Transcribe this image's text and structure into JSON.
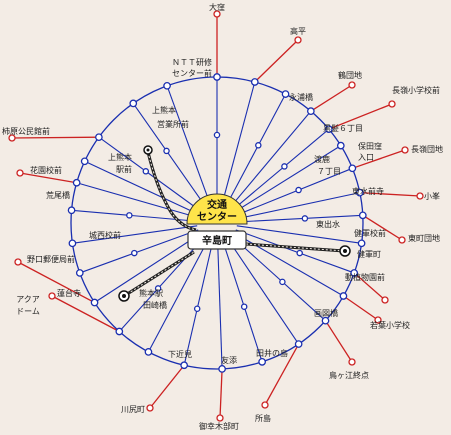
{
  "center": {
    "line1": "交通",
    "line2": "センター"
  },
  "hub": {
    "label": "辛島町"
  },
  "colors": {
    "inner": "#1a2fb0",
    "outer": "#cc2222",
    "center_fill": "#ffe44a",
    "bg": "#f3ece5"
  },
  "labels": {
    "ohkubo": "大窪",
    "koudaira": "高平",
    "ntt_1": "ＮＴＴ研修",
    "ntt_2": "センター前",
    "nagarebashi": "鶴団地",
    "nagamine_shou": "長嶺小学校前",
    "eiwabashi": "永浦橋",
    "kamikumamoto_eigyo_1": "上熊本",
    "kamikumamoto_eigyo_2": "営業所前",
    "kurokami": "黒髪６丁目",
    "hotakubo_1": "保田窪",
    "hotakubo_2": "入口",
    "tonden_1": "渡鹿",
    "tonden_2": "７丁目",
    "kakiwara": "柿原公民館前",
    "kamikumamoto_eki_1": "上熊本",
    "kamikumamoto_eki_2": "駅前",
    "nagamine_danchi": "長嶺団地",
    "higashimizu": "東水前寺",
    "hanazono": "花園校前",
    "komine": "小峯",
    "araobashi": "荒尾橋",
    "higashidemizu": "東出水",
    "josei": "城西校前",
    "kengun_kou": "健軍校前",
    "higashimachi": "東町団地",
    "kengun_machi": "健軍町",
    "noguchi": "野口郵便局前",
    "doshokubutsu": "動植物園前",
    "aqua_1": "アクア",
    "aqua_2": "ドーム",
    "rendaiji": "蓮台寺",
    "kumamoto_eki_1": "熊本駅",
    "kumamoto_eki_2": "田崎橋",
    "gazubashi": "画図橋",
    "wakaba": "若葉小学校",
    "shimochikami": "下近見",
    "tomiai": "友添",
    "tainoshima": "田井の島",
    "ukoe": "鳥ヶ江終点",
    "kawashiri": "川尻町",
    "mifune": "御幸木部町",
    "tokoroshima": "所島"
  }
}
